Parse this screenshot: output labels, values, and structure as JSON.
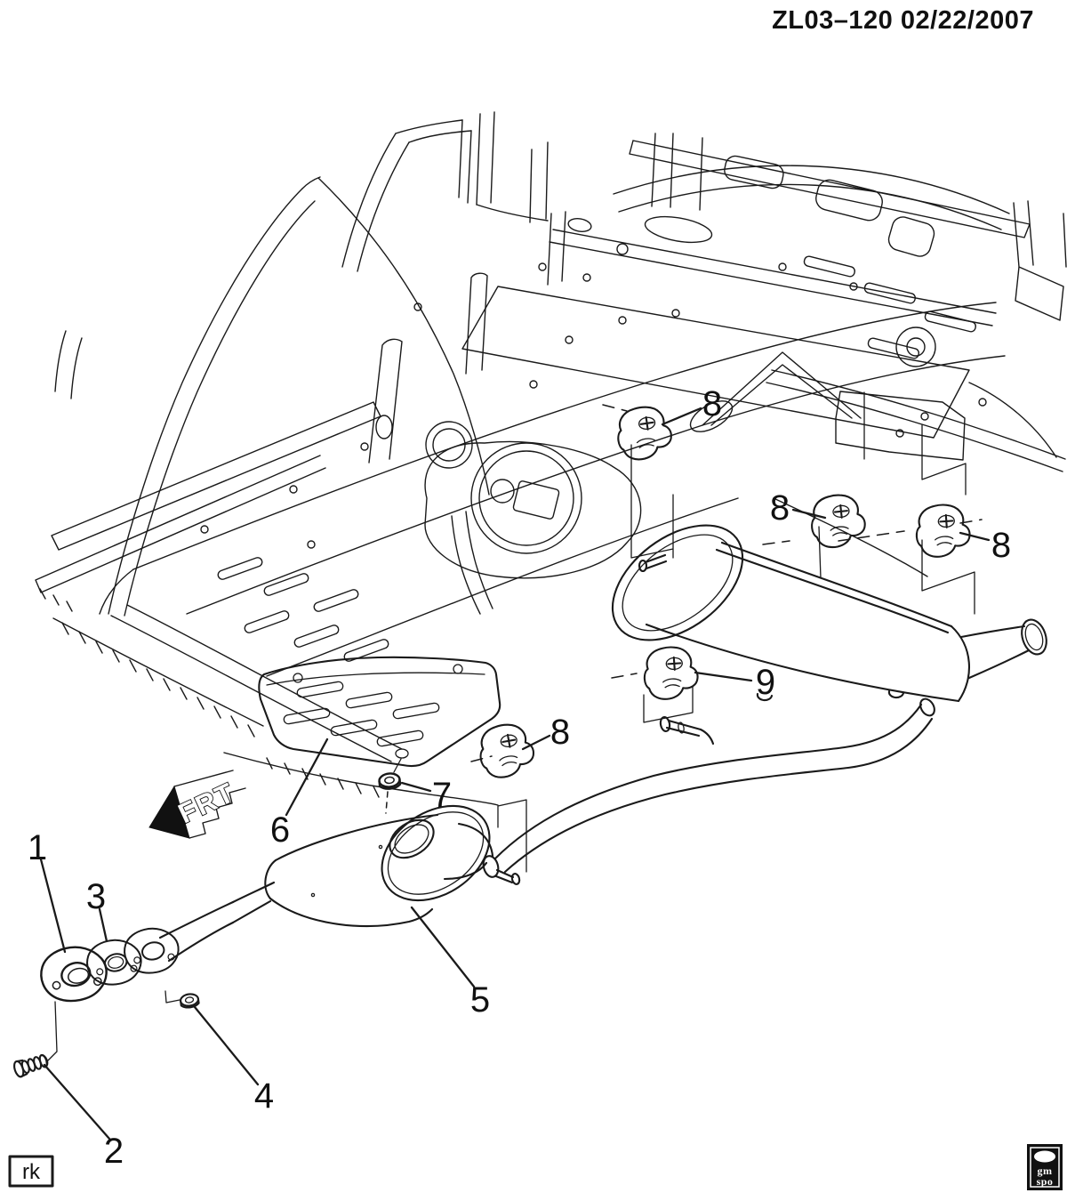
{
  "colors": {
    "ink": "#1a1a1a",
    "background": "#ffffff"
  },
  "header": {
    "title": "ZL03–120 02/22/2007"
  },
  "diagram": {
    "front_direction_label": "FRT",
    "callouts": [
      "1",
      "2",
      "3",
      "4",
      "5",
      "6",
      "7",
      "8",
      "8",
      "8",
      "8",
      "9"
    ]
  },
  "footer": {
    "drafter_initials": "rk",
    "logo": {
      "top": "gm",
      "bottom": "spo"
    }
  }
}
